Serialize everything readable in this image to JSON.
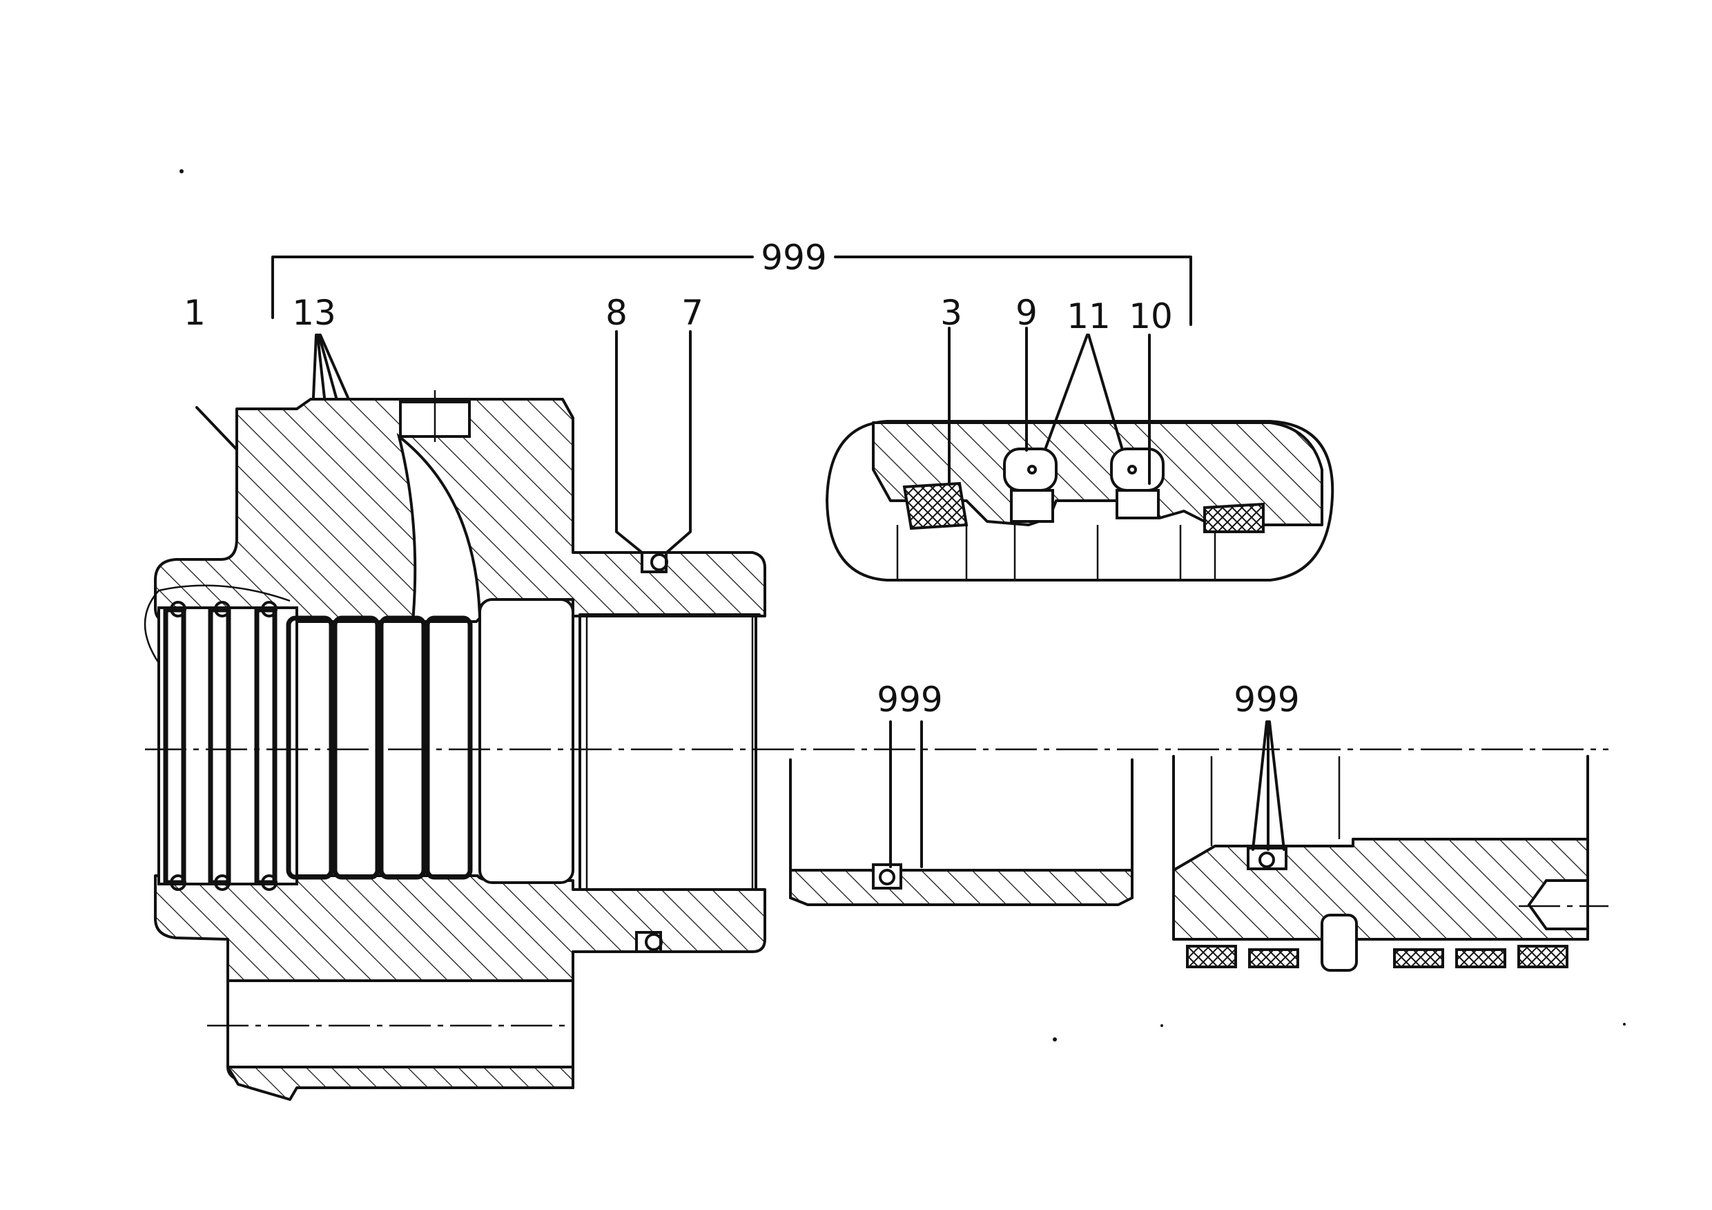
{
  "labels": {
    "assembly_top": "999",
    "housing": "1",
    "rings": "13",
    "item8": "8",
    "item7": "7",
    "item3": "3",
    "item9": "9",
    "item11": "11",
    "item10": "10",
    "assembly_mid": "999",
    "assembly_right": "999"
  }
}
